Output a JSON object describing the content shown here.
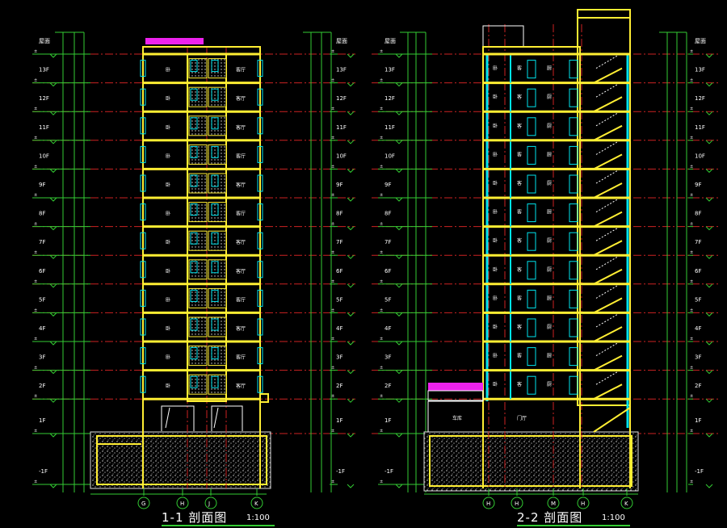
{
  "colors": {
    "background": "#000000",
    "dim": "#33cc33",
    "wall": "#ffee33",
    "glass": "#00e5ee",
    "axis": "#cc2222",
    "roof": "#ee22ee",
    "text": "#ffffff"
  },
  "sections": [
    {
      "title": "1-1 剖面图",
      "scale": "1:100",
      "axes": [
        "G",
        "H",
        "J",
        "K"
      ]
    },
    {
      "title": "2-2 剖面图",
      "scale": "1:100",
      "axes": [
        "H",
        "H",
        "M",
        "H",
        "K"
      ]
    }
  ],
  "floor_labels": [
    "屋面",
    "13F",
    "12F",
    "11F",
    "10F",
    "9F",
    "8F",
    "7F",
    "6F",
    "5F",
    "4F",
    "3F",
    "2F",
    "1F",
    "-1F"
  ]
}
